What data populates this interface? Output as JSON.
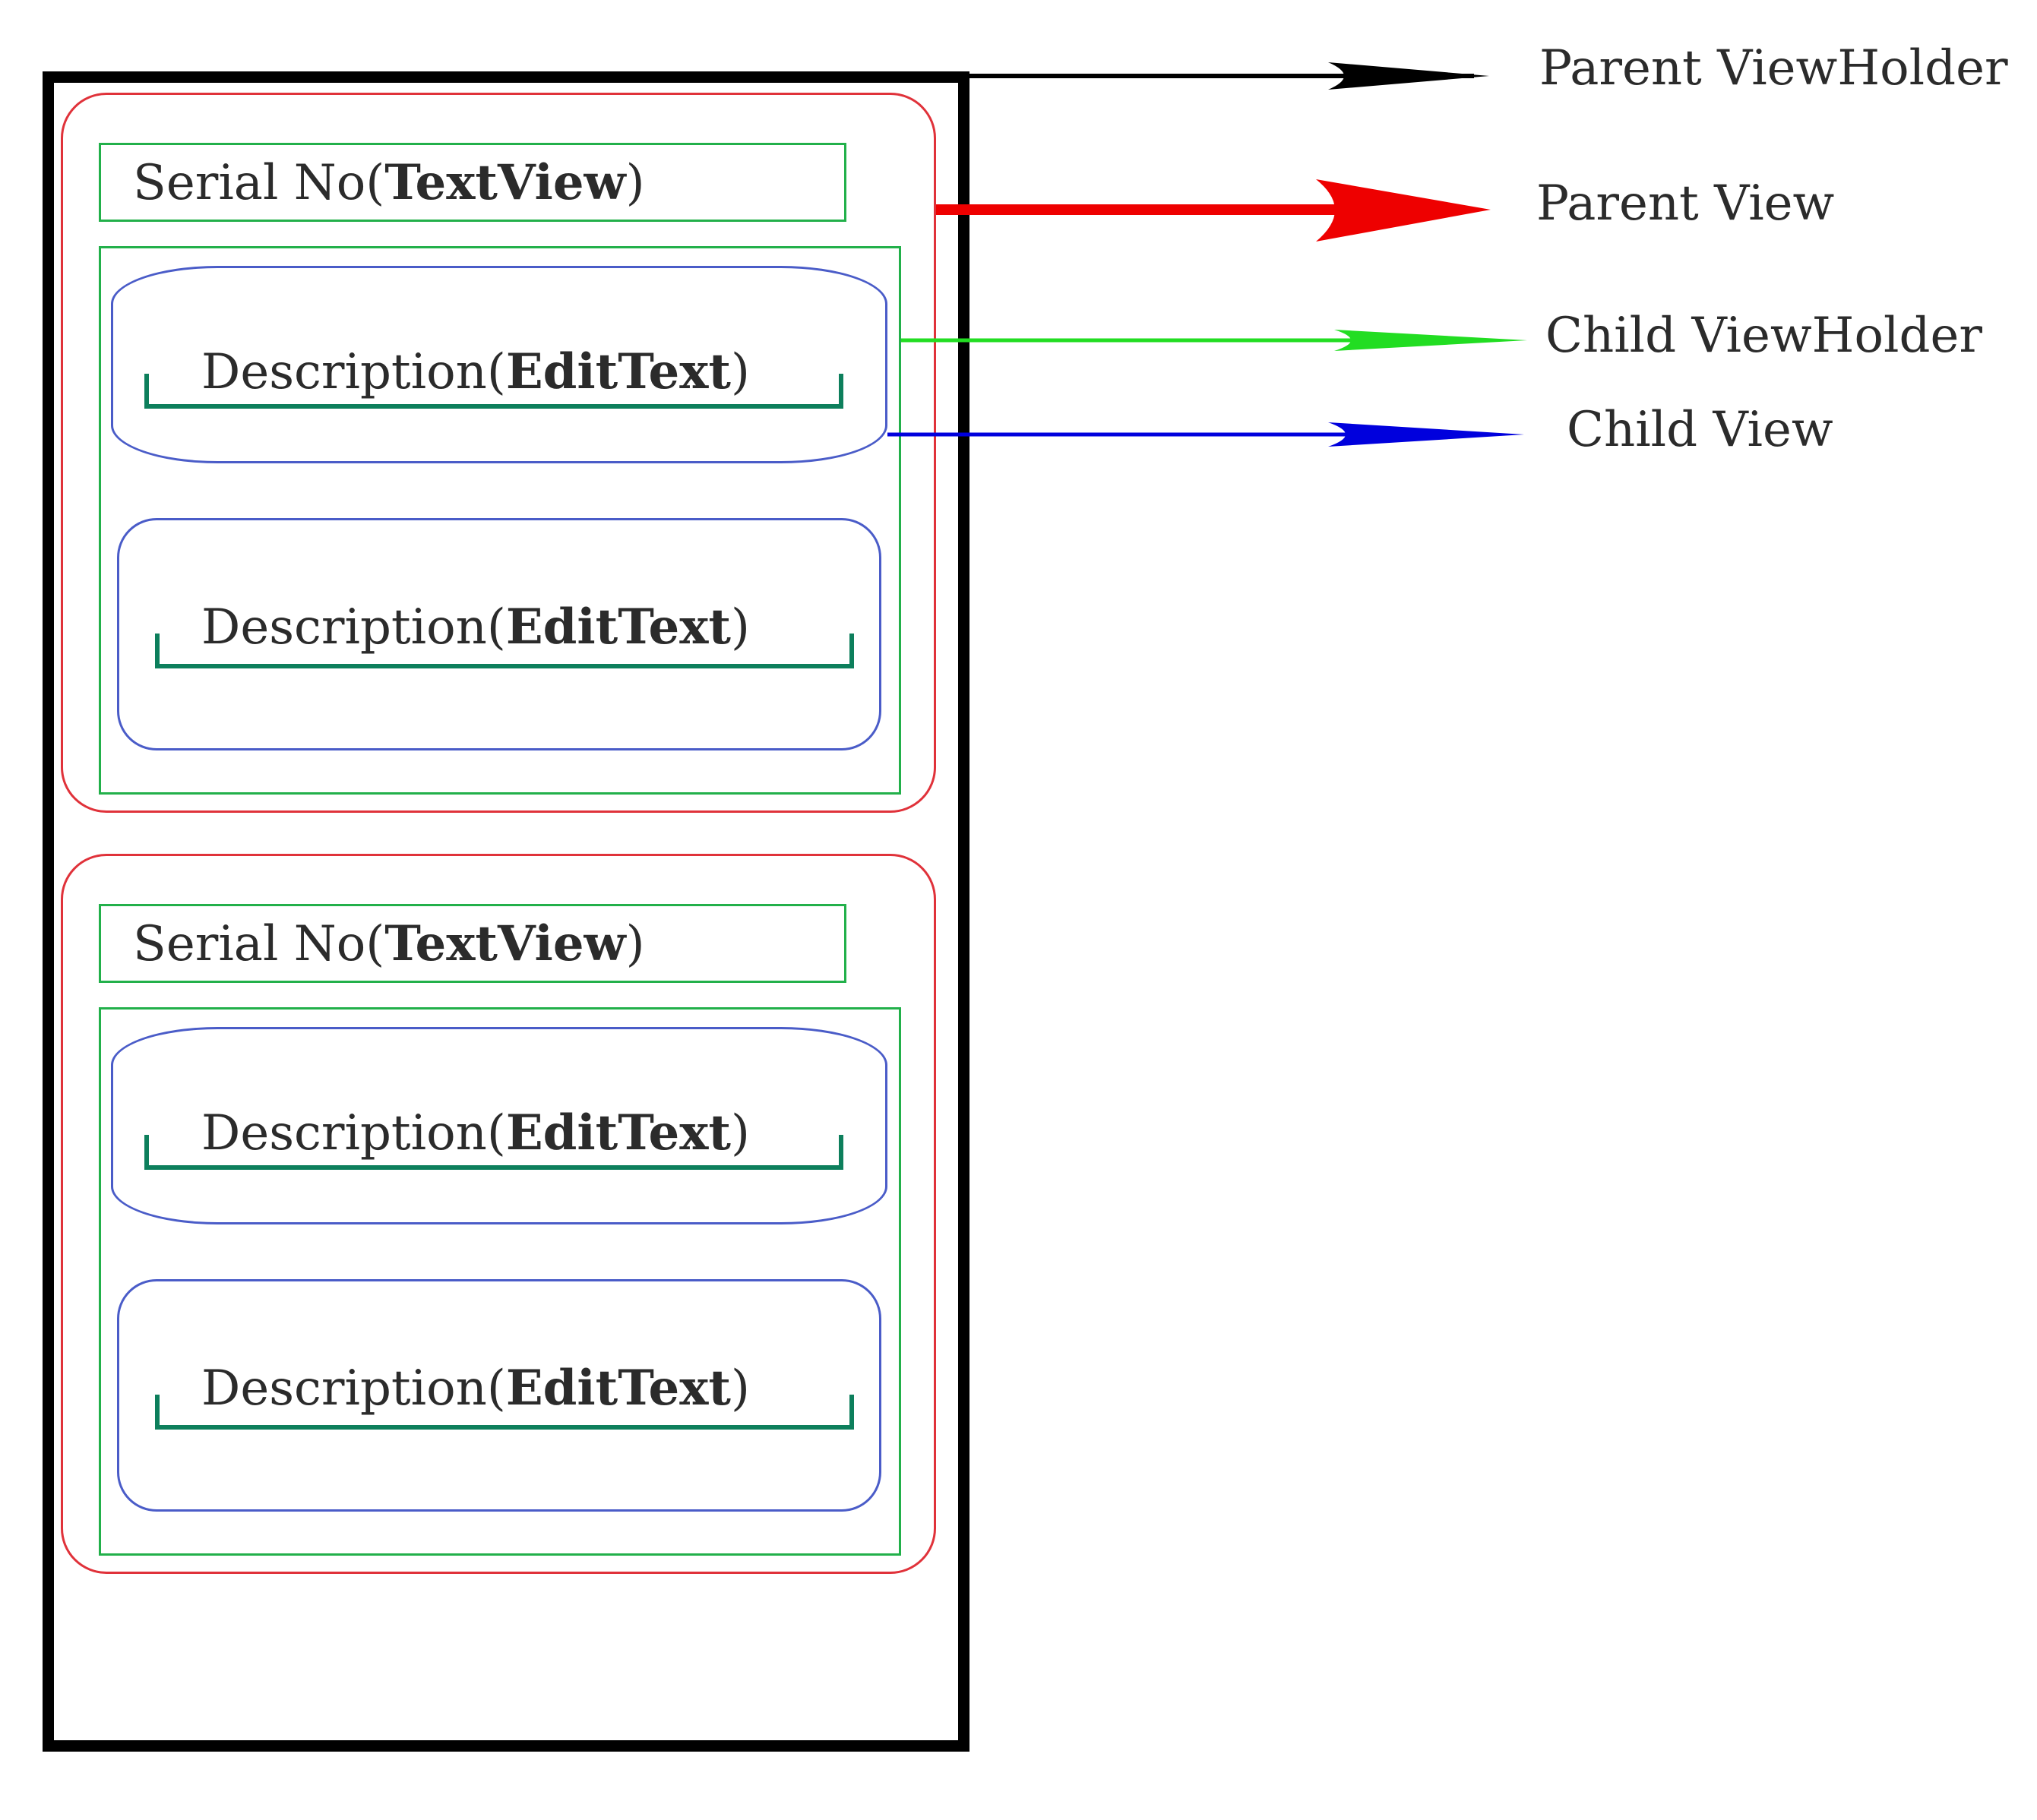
{
  "legend": {
    "parent_viewholder": "Parent ViewHolder",
    "parent_view": "Parent View",
    "child_viewholder": "Child ViewHolder",
    "child_view": "Child View"
  },
  "items": [
    {
      "serial_prefix": "Serial No(",
      "serial_bold": "TextView",
      "serial_suffix": ")",
      "children": [
        {
          "prefix": "Description(",
          "bold": "EditText",
          "suffix": ")"
        },
        {
          "prefix": "Description(",
          "bold": "EditText",
          "suffix": ")"
        }
      ]
    },
    {
      "serial_prefix": "Serial No(",
      "serial_bold": "TextView",
      "serial_suffix": ")",
      "children": [
        {
          "prefix": "Description(",
          "bold": "EditText",
          "suffix": ")"
        },
        {
          "prefix": "Description(",
          "bold": "EditText",
          "suffix": ")"
        }
      ]
    }
  ],
  "colors": {
    "parent_viewholder": "#000000",
    "parent_view": "#ee0000",
    "child_viewholder": "#22dd22",
    "child_view": "#0000dd"
  }
}
